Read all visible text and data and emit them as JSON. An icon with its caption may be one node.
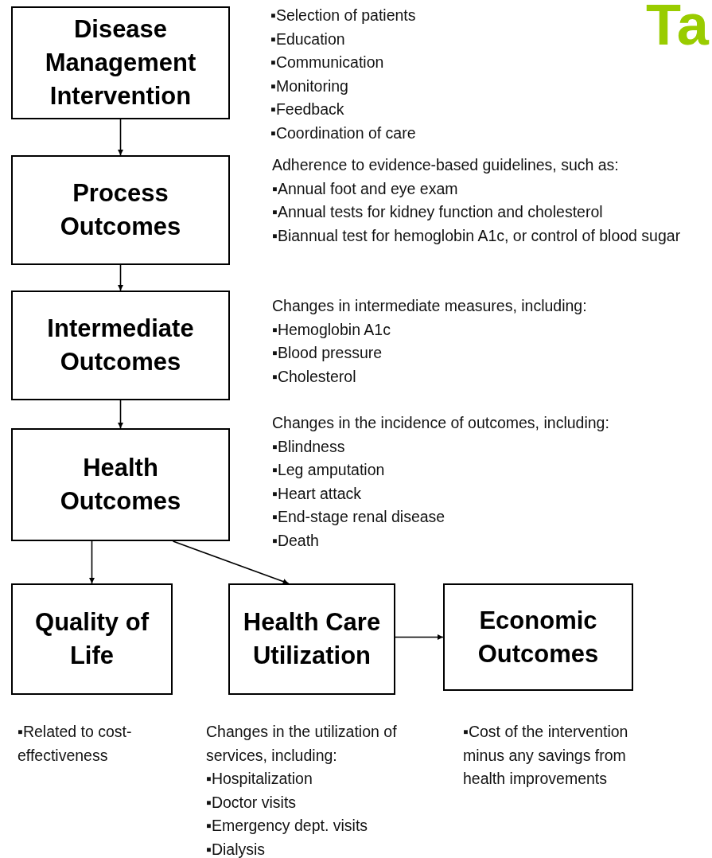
{
  "diagram": {
    "title": "Ta",
    "nodes": [
      {
        "text": [
          "Disease Management Intervention"
        ],
        "beside": [
          "▪Selection of patients",
          "▪Education",
          "▪Communication",
          "▪Monitoring",
          "▪Feedback",
          "▪Coordination of care"
        ]
      },
      {
        "text": [
          "Process Outcomes"
        ],
        "beside": [
          "Adherence to evidence-based guidelines, such as:",
          "▪Annual foot and eye exam",
          "▪Annual tests for kidney function and cholesterol",
          "▪Biannual test for hemoglobin A1c, or control of blood sugar"
        ]
      },
      {
        "text": [
          "Intermediate Outcomes"
        ],
        "beside": [
          "Changes in intermediate measures, including:",
          "▪Hemoglobin A1c",
          "▪Blood pressure",
          "▪Cholesterol"
        ]
      },
      {
        "text": [
          "Health Outcomes"
        ],
        "beside": [
          "Changes in the incidence of outcomes, including:",
          "▪Blindness",
          "▪Leg amputation",
          "▪Heart attack",
          "▪End-stage renal disease",
          "▪Death"
        ]
      },
      {
        "text": [
          "Quality of Life"
        ],
        "beside": [
          "▪Related to cost-effectiveness"
        ]
      },
      {
        "text": [
          "Health Care Utilization"
        ],
        "beside": [
          "Changes in the utilization of services, including:",
          "▪Hospitalization",
          "▪Doctor visits",
          "▪Emergency dept. visits",
          "▪Dialysis"
        ]
      },
      {
        "text": [
          "Economic Outcomes"
        ],
        "beside": [
          "▪Cost of the intervention minus any savings from health improvements"
        ]
      }
    ],
    "edges": [
      {
        "from": 0,
        "to": 1,
        "arrow": "to"
      },
      {
        "from": 1,
        "to": 2,
        "arrow": "to"
      },
      {
        "from": 2,
        "to": 3,
        "arrow": "to"
      },
      {
        "from": 3,
        "to": 4,
        "arrow": "to"
      },
      {
        "from": 3,
        "to": 5,
        "arrow": "to"
      },
      {
        "from": 5,
        "to": 6,
        "arrow": "to"
      }
    ]
  }
}
